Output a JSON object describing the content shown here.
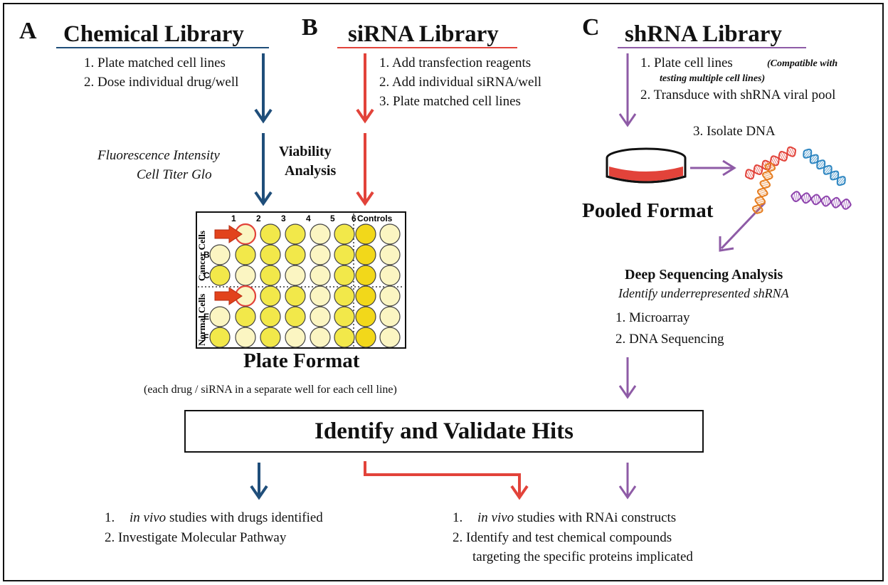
{
  "panels": [
    {
      "letter": "A",
      "title": "Chemical Library",
      "color": "#1f4e7a",
      "steps": [
        "1. Plate matched cell lines",
        "2. Dose individual drug/well"
      ]
    },
    {
      "letter": "B",
      "title": "siRNA Library",
      "color": "#e2433a",
      "steps": [
        "1.  Add transfection reagents",
        "2.  Add individual siRNA/well",
        "3.  Plate matched cell lines"
      ]
    },
    {
      "letter": "C",
      "title": "shRNA Library",
      "color": "#8e5ba6",
      "steps": [
        "1.  Plate cell lines",
        "2.  Transduce with shRNA viral pool"
      ],
      "step1_note_line1": "(Compatible with",
      "step1_note_line2": "testing multiple cell lines)"
    }
  ],
  "readout": {
    "line1": "Fluorescence Intensity",
    "line2": "Cell Titer Glo"
  },
  "viability": {
    "line1": "Viability",
    "line2": "Analysis"
  },
  "plate": {
    "column_labels": [
      "1",
      "2",
      "3",
      "4",
      "5",
      "6"
    ],
    "controls_label": "Controls",
    "row_labels": [
      "B",
      "C",
      "E",
      "F"
    ],
    "group_cancer": "Cancer Cells",
    "group_normal": "Normal Cells",
    "title": "Plate Format",
    "caption": "(each drug / siRNA in a separate well for each cell line)",
    "well_colors": {
      "light": "#fbf5c2",
      "yellow": "#f2e84a",
      "bright": "#f2d81a",
      "hit_ring": "#e2433a"
    },
    "arrow_color": "#e2431c"
  },
  "pooled": {
    "isolate": "3. Isolate DNA",
    "title": "Pooled Format"
  },
  "deep_seq": {
    "title": "Deep Sequencing Analysis",
    "subtitle": "Identify underrepresented  shRNA",
    "items": [
      "1.     Microarray",
      "2.     DNA Sequencing"
    ]
  },
  "hits": {
    "label": "Identify and Validate Hits"
  },
  "outcomes_left": {
    "item1_num": "1.",
    "item1_italic": "in vivo",
    "item1_rest": "studies with drugs identified",
    "item2": "2.    Investigate Molecular Pathway"
  },
  "outcomes_right": {
    "item1_num": "1.",
    "item1_italic": "in vivo",
    "item1_rest": "studies with RNAi constructs",
    "item2_line1": "2.  Identify and test chemical compounds",
    "item2_line2": "targeting the specific proteins implicated"
  },
  "dna_colors": [
    "#e2433a",
    "#2e86c1",
    "#e67e22",
    "#8e44ad"
  ]
}
